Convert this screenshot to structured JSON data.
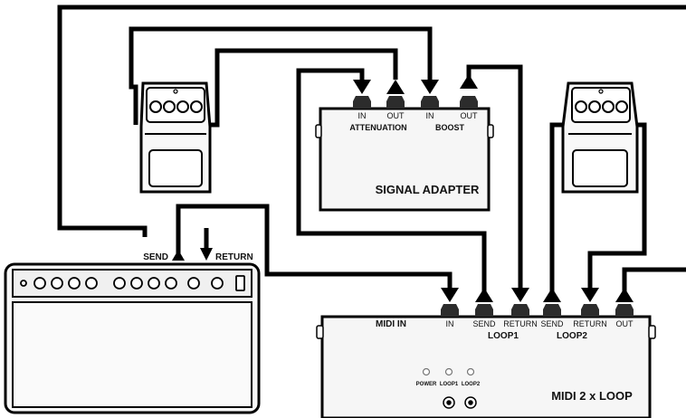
{
  "signal_adapter": {
    "title": "SIGNAL ADAPTER",
    "jacks": [
      "IN",
      "OUT",
      "IN",
      "OUT"
    ],
    "group_attenuation": "ATTENUATION",
    "group_boost": "BOOST"
  },
  "amp": {
    "send_label": "SEND",
    "return_label": "RETURN"
  },
  "midi_box": {
    "title": "MIDI 2 x LOOP",
    "midi_in_label": "MIDI IN",
    "jacks": [
      "IN",
      "SEND",
      "RETURN",
      "SEND",
      "RETURN",
      "OUT"
    ],
    "loop1_label": "LOOP1",
    "loop2_label": "LOOP2",
    "leds": [
      "POWER",
      "LOOP1",
      "LOOP2"
    ]
  },
  "colors": {
    "line": "#000000",
    "box_fill": "#f6f6f6",
    "pedal_fill": "#f8f8f8",
    "jack_fill": "#2c2c2c"
  }
}
